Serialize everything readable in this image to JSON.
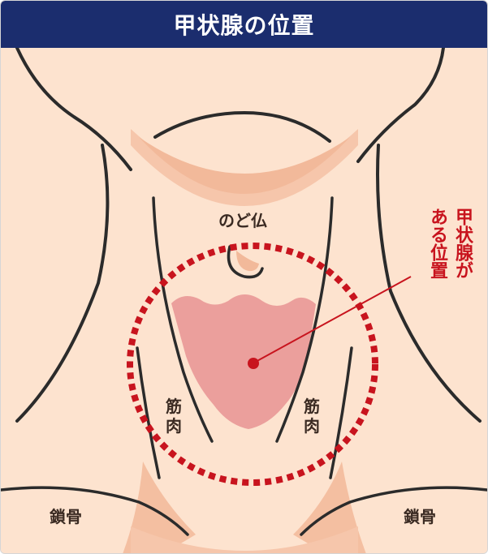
{
  "title": "甲状腺の位置",
  "labels": {
    "adams_apple": "のど仏",
    "muscle_left": "筋肉",
    "muscle_right": "筋肉",
    "clavicle_left": "鎖骨",
    "clavicle_right": "鎖骨"
  },
  "callout": {
    "line1": "甲状腺が",
    "line2": "ある位置"
  },
  "colors": {
    "title_bar": "#1b2d6e",
    "skin": "#fde3cf",
    "shadow": "#f2b99a",
    "thyroid": "#eb9f9c",
    "highlight": "#c8141e",
    "outline": "#2b2b2b"
  }
}
